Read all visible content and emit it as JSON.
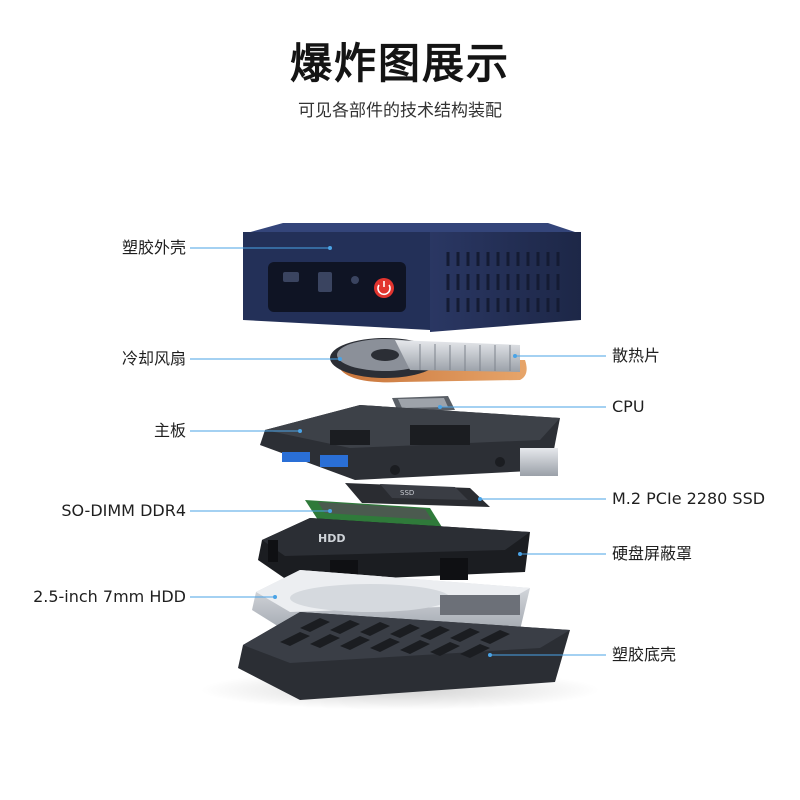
{
  "title": "爆炸图展示",
  "subtitle": "可见各部件的技术结构装配",
  "labels": {
    "plastic_shell": "塑胶外壳",
    "cooling_fan": "冷却风扇",
    "heatsink": "散热片",
    "cpu": "CPU",
    "motherboard": "主板",
    "ssd": "M.2 PCIe 2280 SSD",
    "ram": "SO-DIMM DDR4",
    "hdd_shield": "硬盘屏蔽罩",
    "hdd": "2.5-inch 7mm HDD",
    "bottom_shell": "塑胶底壳"
  },
  "device_text": {
    "hdd_sticker": "HDD",
    "ssd_sticker": "SSD"
  },
  "colors": {
    "shell_blue": "#2f3d6a",
    "leader_line": "#4aa3e6",
    "power_red": "#e2342f",
    "ram_green": "#2f7a3a"
  }
}
